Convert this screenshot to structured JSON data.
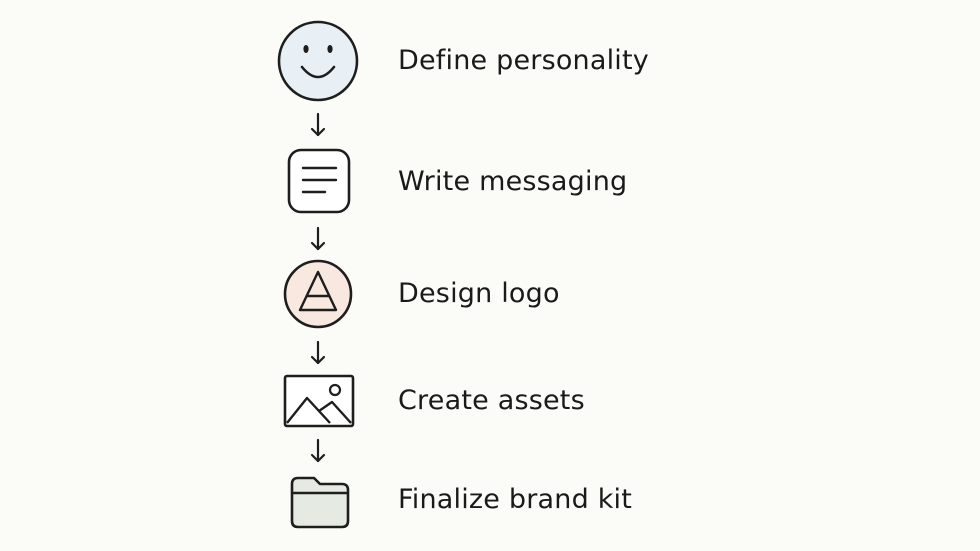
{
  "steps": [
    {
      "label": "Define personality",
      "icon": "smiley-face-icon",
      "fill": "#e8f0f6"
    },
    {
      "label": "Write messaging",
      "icon": "document-lines-icon",
      "fill": "#ffffff"
    },
    {
      "label": "Design logo",
      "icon": "triangle-logo-icon",
      "fill": "#f8e8df"
    },
    {
      "label": "Create assets",
      "icon": "image-icon",
      "fill": "#ffffff"
    },
    {
      "label": "Finalize brand kit",
      "icon": "folder-icon",
      "fill": "#e5ebe2"
    }
  ],
  "colors": {
    "stroke": "#1e1e1e",
    "background": "#fbfbf8"
  }
}
